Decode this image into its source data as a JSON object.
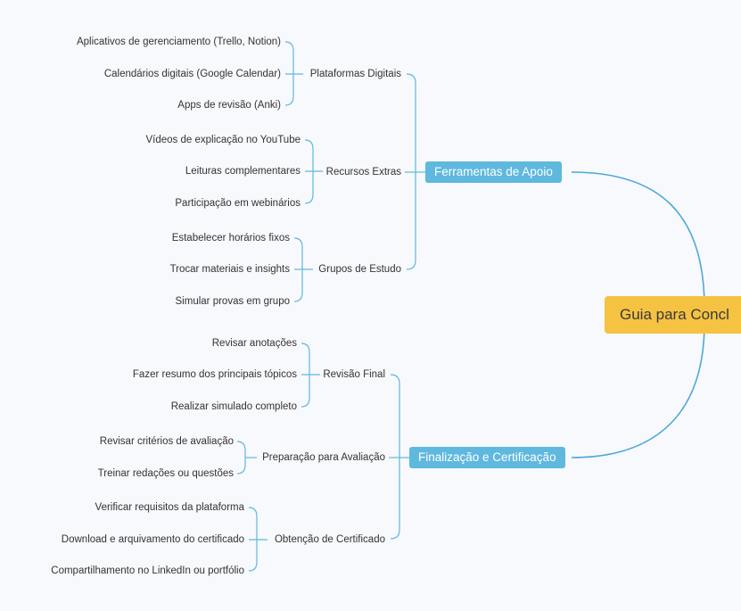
{
  "root": {
    "label": "Guia para Concl"
  },
  "main_branches": [
    {
      "label": "Ferramentas de Apoio",
      "color": "#5fb8dd",
      "sub": [
        {
          "label": "Plataformas Digitais",
          "leaves": [
            "Aplicativos de gerenciamento (Trello, Notion)",
            "Calendários digitais (Google Calendar)",
            "Apps de revisão (Anki)"
          ]
        },
        {
          "label": "Recursos Extras",
          "leaves": [
            "Vídeos de explicação no YouTube",
            "Leituras complementares",
            "Participação em webinários"
          ]
        },
        {
          "label": "Grupos de Estudo",
          "leaves": [
            "Estabelecer horários fixos",
            "Trocar materiais e insights",
            "Simular provas em grupo"
          ]
        }
      ]
    },
    {
      "label": "Finalização e Certificação",
      "color": "#5fb8dd",
      "sub": [
        {
          "label": "Revisão Final",
          "leaves": [
            "Revisar anotações",
            "Fazer resumo dos principais tópicos",
            "Realizar simulado completo"
          ]
        },
        {
          "label": "Preparação para Avaliação",
          "leaves": [
            "Revisar critérios de avaliação",
            "Treinar redações ou questões"
          ]
        },
        {
          "label": "Obtenção de Certificado",
          "leaves": [
            "Verificar requisitos da plataforma",
            "Download e arquivamento do certificado",
            "Compartilhamento no LinkedIn ou portfólio"
          ]
        }
      ]
    }
  ],
  "colors": {
    "line": "#5fb8dd",
    "root_bg": "#f5c242",
    "background": "#f7f9fc"
  }
}
